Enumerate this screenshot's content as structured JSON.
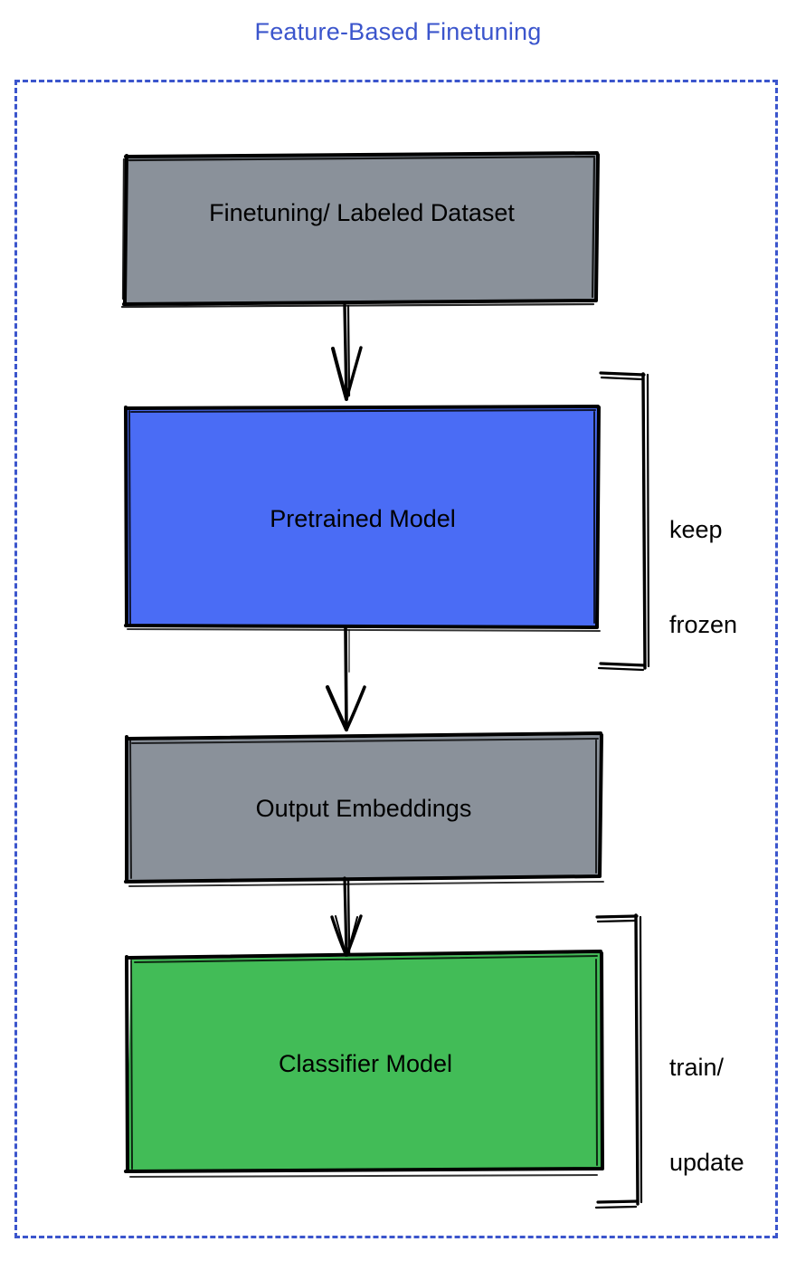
{
  "diagram": {
    "title": "Feature-Based Finetuning",
    "title_color": "#3b55cc",
    "frame": {
      "style": "dashed",
      "color": "#3b55cc"
    },
    "nodes": [
      {
        "id": "finetuning-dataset",
        "label": "Finetuning/ Labeled Dataset",
        "fill": "#8a919a",
        "stroke": "#000000",
        "shape": "rectangle"
      },
      {
        "id": "pretrained-model",
        "label": "Pretrained Model",
        "fill": "#4a6cf5",
        "stroke": "#000000",
        "shape": "rectangle"
      },
      {
        "id": "output-embeddings",
        "label": "Output Embeddings",
        "fill": "#8a919a",
        "stroke": "#000000",
        "shape": "rectangle"
      },
      {
        "id": "classifier-model",
        "label": "Classifier Model",
        "fill": "#42bc57",
        "stroke": "#000000",
        "shape": "rectangle"
      }
    ],
    "edges": [
      {
        "id": "edge-dataset-to-pretrained",
        "from": "finetuning-dataset",
        "to": "pretrained-model",
        "label": ""
      },
      {
        "id": "edge-pretrained-to-embeddings",
        "from": "pretrained-model",
        "to": "output-embeddings",
        "label": ""
      },
      {
        "id": "edge-embeddings-to-classifier",
        "from": "output-embeddings",
        "to": "classifier-model",
        "label": ""
      }
    ],
    "annotations": [
      {
        "id": "keep-frozen",
        "line1": "keep",
        "line2": "frozen",
        "targets": [
          "pretrained-model"
        ],
        "bracket": "left-facing"
      },
      {
        "id": "train-update",
        "line1": "train/",
        "line2": "update",
        "targets": [
          "classifier-model"
        ],
        "bracket": "left-facing"
      }
    ]
  }
}
